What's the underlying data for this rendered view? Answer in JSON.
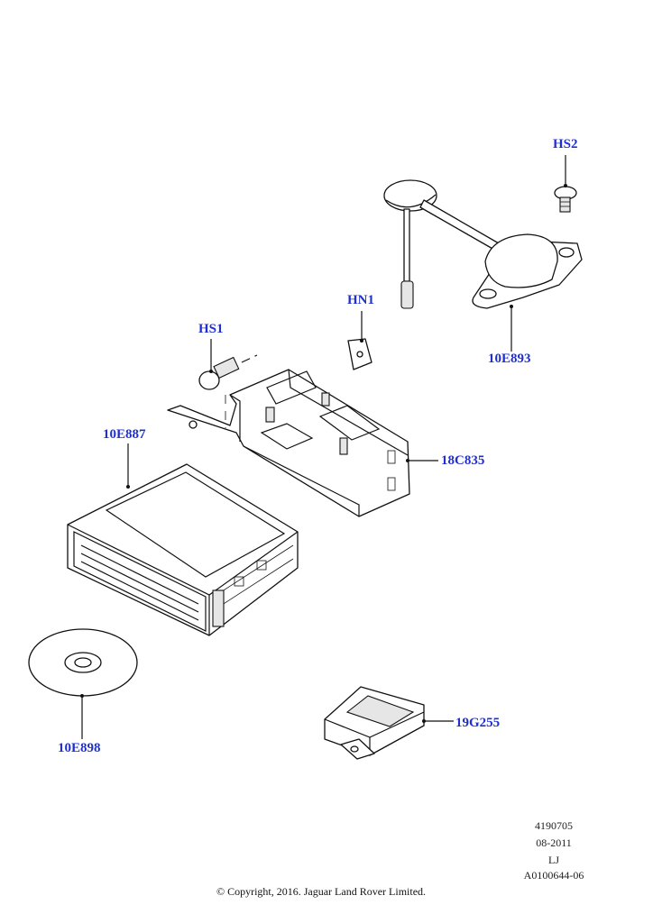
{
  "callouts": {
    "hs2": "HS2",
    "hn1": "HN1",
    "hs1": "HS1",
    "e893": "10E893",
    "e887": "10E887",
    "c835": "18C835",
    "e898": "10E898",
    "g255": "19G255"
  },
  "footer": {
    "ref1": "4190705",
    "ref2": "08-2011",
    "ref3": "LJ",
    "ref4": "A0100644-06",
    "copyright": "© Copyright, 2016. Jaguar Land Rover Limited."
  },
  "colors": {
    "callout": "#1f2fd1",
    "ink": "#111111"
  }
}
